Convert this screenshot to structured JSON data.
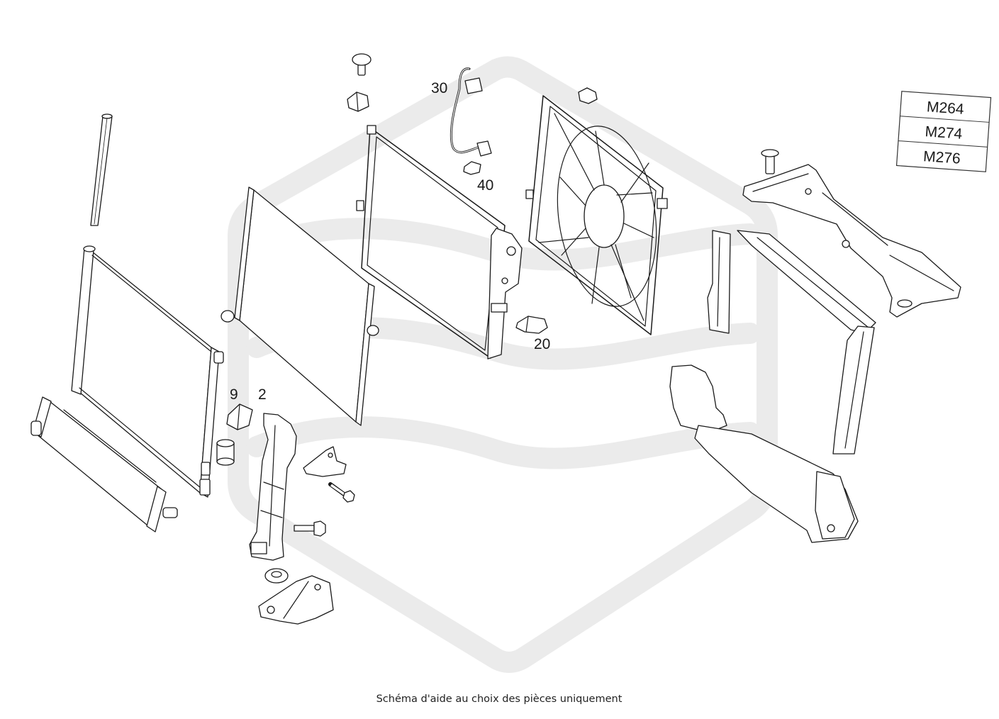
{
  "callouts": {
    "c30": "30",
    "c40": "40",
    "c20": "20",
    "c9": "9",
    "c2": "2"
  },
  "engine_table": {
    "rows": [
      "M264",
      "M274",
      "M276"
    ]
  },
  "caption": "Schéma d'aide au choix des pièces uniquement",
  "colors": {
    "line": "#1a1a1a",
    "watermark": "#ebebeb",
    "background": "#ffffff"
  }
}
